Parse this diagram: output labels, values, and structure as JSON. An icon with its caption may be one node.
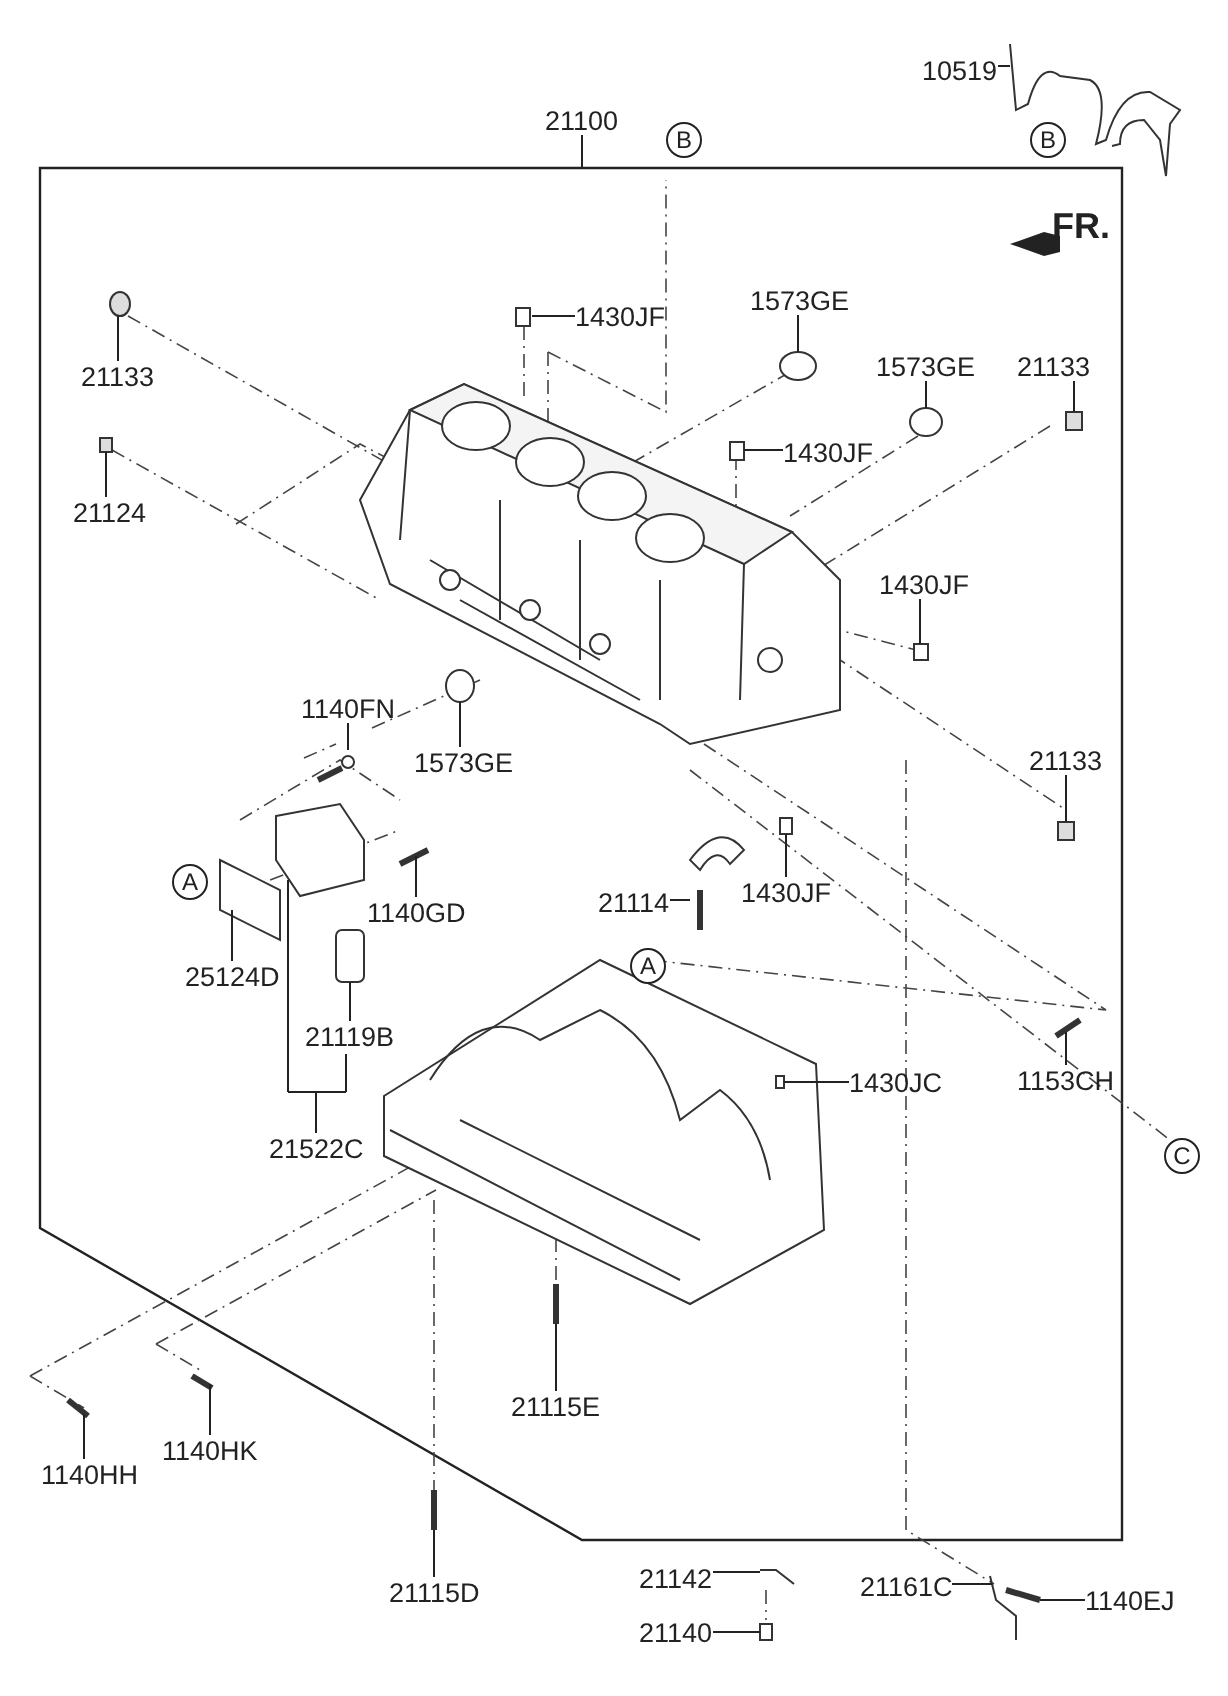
{
  "diagram": {
    "nodes": [
      {
        "text": [
          "10519"
        ]
      },
      {
        "text": [
          "21100"
        ]
      },
      {
        "text": [
          "21133"
        ]
      },
      {
        "text": [
          "1430JF"
        ]
      },
      {
        "text": [
          "1573GE"
        ]
      },
      {
        "text": [
          "1573GE"
        ]
      },
      {
        "text": [
          "21133"
        ]
      },
      {
        "text": [
          "21124"
        ]
      },
      {
        "text": [
          "1430JF"
        ]
      },
      {
        "text": [
          "1430JF"
        ]
      },
      {
        "text": [
          "1140FN"
        ]
      },
      {
        "text": [
          "1573GE"
        ]
      },
      {
        "text": [
          "21133"
        ]
      },
      {
        "text": [
          "1140GD"
        ]
      },
      {
        "text": [
          "21114"
        ]
      },
      {
        "text": [
          "1430JF"
        ]
      },
      {
        "text": [
          "25124D"
        ]
      },
      {
        "text": [
          "21119B"
        ]
      },
      {
        "text": [
          "1153CH"
        ]
      },
      {
        "text": [
          "1430JC"
        ]
      },
      {
        "text": [
          "21522C"
        ]
      },
      {
        "text": [
          "21115E"
        ]
      },
      {
        "text": [
          "1140HH"
        ]
      },
      {
        "text": [
          "1140HK"
        ]
      },
      {
        "text": [
          "21115D"
        ]
      },
      {
        "text": [
          "21142"
        ]
      },
      {
        "text": [
          "21140"
        ]
      },
      {
        "text": [
          "21161C"
        ]
      },
      {
        "text": [
          "1140EJ"
        ]
      }
    ],
    "edges": [
      {
        "from": 0,
        "to": null,
        "arrow": "none"
      },
      {
        "from": 1,
        "to": null,
        "arrow": "none"
      },
      {
        "from": 2,
        "to": null,
        "arrow": "none"
      },
      {
        "from": 3,
        "to": null,
        "arrow": "none"
      },
      {
        "from": 4,
        "to": null,
        "arrow": "none"
      },
      {
        "from": 5,
        "to": null,
        "arrow": "none"
      },
      {
        "from": 6,
        "to": null,
        "arrow": "none"
      },
      {
        "from": 7,
        "to": null,
        "arrow": "none"
      },
      {
        "from": 8,
        "to": null,
        "arrow": "none"
      },
      {
        "from": 9,
        "to": null,
        "arrow": "none"
      },
      {
        "from": 10,
        "to": null,
        "arrow": "none"
      },
      {
        "from": 11,
        "to": null,
        "arrow": "none"
      },
      {
        "from": 12,
        "to": null,
        "arrow": "none"
      },
      {
        "from": 13,
        "to": null,
        "arrow": "none"
      },
      {
        "from": 14,
        "to": null,
        "arrow": "none"
      },
      {
        "from": 15,
        "to": null,
        "arrow": "none"
      },
      {
        "from": 16,
        "to": null,
        "arrow": "none"
      },
      {
        "from": 17,
        "to": null,
        "arrow": "none"
      },
      {
        "from": 18,
        "to": null,
        "arrow": "none"
      },
      {
        "from": 19,
        "to": null,
        "arrow": "none"
      },
      {
        "from": 20,
        "to": null,
        "arrow": "none"
      },
      {
        "from": 21,
        "to": null,
        "arrow": "none"
      },
      {
        "from": 22,
        "to": null,
        "arrow": "none"
      },
      {
        "from": 23,
        "to": null,
        "arrow": "none"
      },
      {
        "from": 24,
        "to": null,
        "arrow": "none"
      },
      {
        "from": 25,
        "to": null,
        "arrow": "none"
      },
      {
        "from": 26,
        "to": null,
        "arrow": "none"
      },
      {
        "from": 27,
        "to": null,
        "arrow": "none"
      },
      {
        "from": 28,
        "to": null,
        "arrow": "none"
      }
    ],
    "labels": [
      "B",
      "B",
      "FR.",
      "A",
      "A",
      "C"
    ]
  }
}
